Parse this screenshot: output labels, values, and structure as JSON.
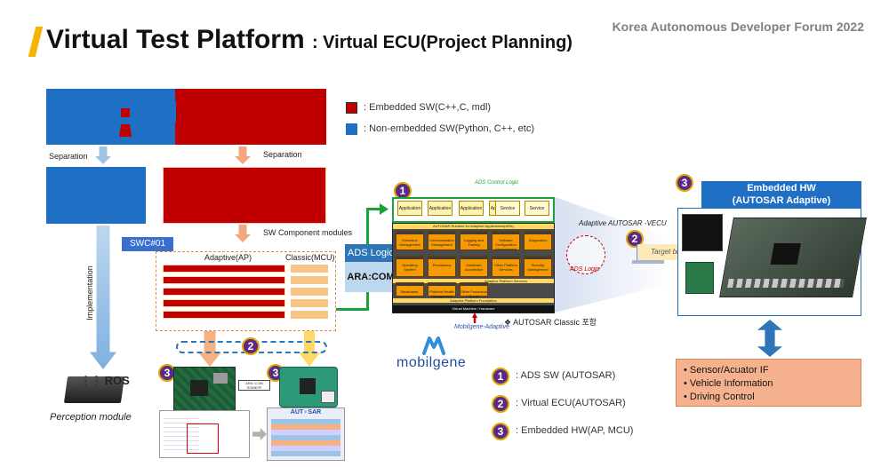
{
  "header": {
    "title": "Virtual Test Platform",
    "subtitle": ": Virtual ECU(Project Planning)",
    "forum": "Korea Autonomous Developer Forum 2022"
  },
  "legend_colors": {
    "embedded_label": ": Embedded SW(C++,C, mdl)",
    "non_embedded_label": ": Non-embedded SW(Python, C++, etc)",
    "embedded_color": "#c00000",
    "non_embedded_color": "#1f6fc5"
  },
  "flow": {
    "separation_left": "Separation",
    "separation_right": "Separation",
    "sw_component_modules": "SW Component modules",
    "swc01": "SWC#01",
    "adaptive_ap": "Adaptive(AP)",
    "classic_mcu": "Classic(MCU)",
    "implementation": "Implementation",
    "ros": "ROS",
    "perception_module": "Perception module",
    "ads_logic": "ADS Logic",
    "ara_com": "ARA:COM",
    "ara_com_someip": "ARA::COM SOME/IP",
    "autosar_logo": "AUT♀SAR"
  },
  "autosar": {
    "ads_control_logic": "ADS Control Logic",
    "applications": [
      "Application",
      "Application",
      "Application",
      "Application"
    ],
    "services": [
      "Service",
      "Service"
    ],
    "runtime": "AUTOSAR Runtime for Adaptive Applications(ARA)",
    "modules": [
      "Execution Management",
      "Communication Management",
      "Logging and Tracing",
      "Software Configuration Management",
      "Diagnostics",
      "Operating System",
      "Persistency",
      "Hardware Accelerator",
      "Other Platform Services",
      "Security Management",
      "Bootloader",
      "Platform Health Management",
      "Other Functional Cluster"
    ],
    "platform_services": "Adaptive Platform Services",
    "foundation": "Adaptive Platform Foundation",
    "virtual_machine": "Virtual Machine / Hardware",
    "mobilgene_adaptive": "Mobilgene-Adaptive",
    "classic_note": "AUTOSAR Classic 포함",
    "vecu_label": "Adaptive AUTOSAR -VECU",
    "ads_logic_italic": "ADS Logic",
    "target_binary": "Target binary"
  },
  "embedded_hw": {
    "title_line1": "Embedded HW",
    "title_line2": "(AUTOSAR Adaptive)",
    "bullets": [
      "Sensor/Acuator IF",
      "Vehicle Information",
      "Driving Control"
    ]
  },
  "brand": "mobilgene",
  "bottom_legend": [
    {
      "num": "1",
      "label": ": ADS SW (AUTOSAR)"
    },
    {
      "num": "2",
      "label": ": Virtual ECU(AUTOSAR)"
    },
    {
      "num": "3",
      "label": ": Embedded HW(AP, MCU)"
    }
  ],
  "badges": {
    "one": "1",
    "two": "2",
    "three": "3"
  }
}
